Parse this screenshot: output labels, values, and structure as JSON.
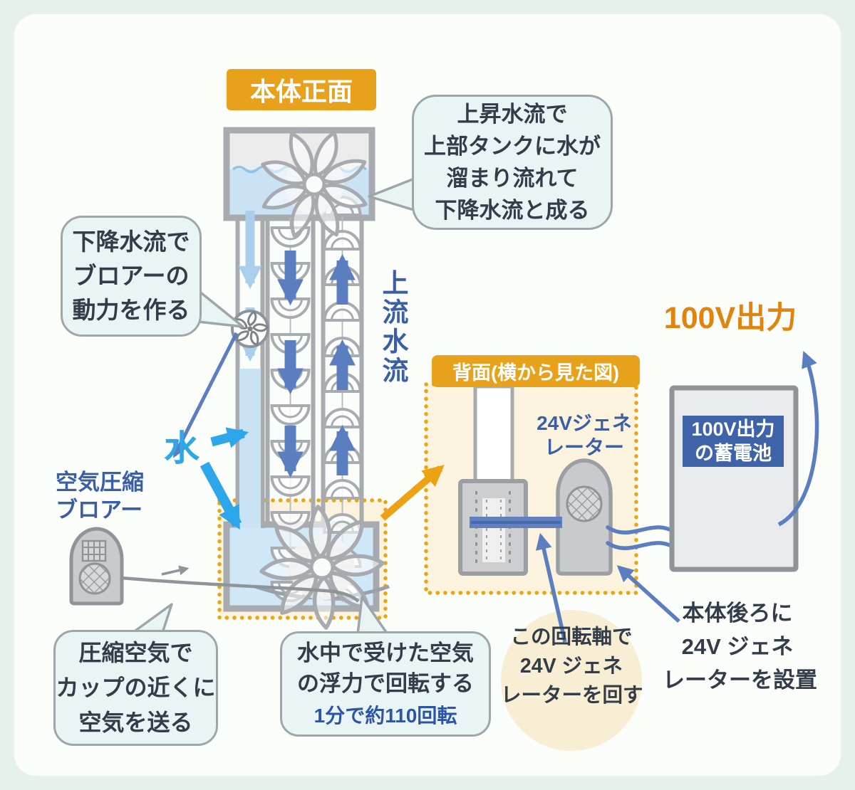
{
  "palette": {
    "page_bg": "#e7f1ec",
    "card_bg": "#fbfdfb",
    "orange_badge": "#e7a11b",
    "orange_arrow": "#eda214",
    "orange_text": "#e2830d",
    "orange_dots": "#eba50e",
    "cream_box": "#fbf3dd",
    "cream_circle": "#f8eed3",
    "navy_label": "#3a5fa8",
    "arrow_blue": "#5b7ec0",
    "sky_blue": "#2ea7ea",
    "light_blue_arrow": "#abcfeb",
    "water": "#c9e3f5",
    "structure_gray": "#a7abaf",
    "bubble_bg": "#e9f4f5",
    "bubble_border": "#9fa6aa",
    "battery_label_bg": "#3e63a9",
    "text_dark": "#333d49"
  },
  "front_view": {
    "badge": "本体正面",
    "labels": {
      "water": "水",
      "upflow": "上流水流",
      "blower_lines": [
        "空気圧縮",
        "ブロアー"
      ]
    },
    "bubbles": {
      "top_right": {
        "lines": [
          "上昇水流で",
          "上部タンクに水が",
          "溜まり流れて",
          "下降水流と成る"
        ]
      },
      "left": {
        "lines": [
          "下降水流で",
          "ブロアーの",
          "動力を作る"
        ]
      },
      "bottom_left": {
        "lines": [
          "圧縮空気で",
          "カップの近くに",
          "空気を送る"
        ]
      },
      "bottom_center": {
        "lines": [
          "水中で受けた空気",
          "の浮力で回転する"
        ],
        "note": "1分で約110回転"
      }
    }
  },
  "back_view": {
    "badge": "背面(横から見た図)",
    "generator_label_lines": [
      "24Vジェネ",
      "レーター"
    ],
    "shaft_note_lines": [
      "この回転軸で",
      "24V ジェネ",
      "レーターを回す"
    ],
    "install_note_lines": [
      "本体後ろに",
      "24V ジェネ",
      "レーターを設置"
    ]
  },
  "output": {
    "label": "100V出力",
    "battery_lines": [
      "100V出力",
      "の蓄電池"
    ]
  }
}
